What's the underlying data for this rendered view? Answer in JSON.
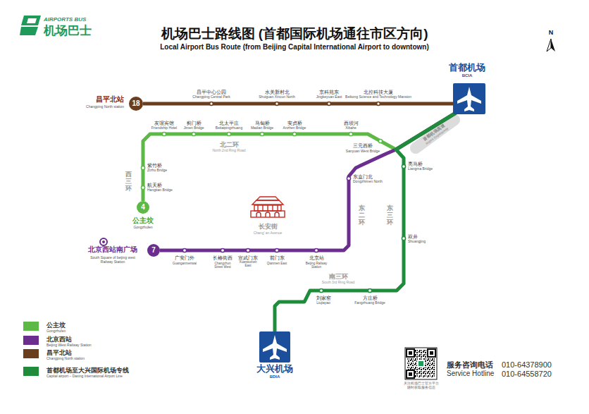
{
  "diagram": {
    "title": "机场巴士路线图 (首都国际机场通往市区方向)",
    "nodes": [
      {
        "text": [
          "首都机场",
          "BCIA"
        ]
      },
      {
        "text": [
          "大兴机场",
          "BDIA"
        ]
      },
      {
        "text": [
          "18",
          "昌平北站",
          "Changping North station"
        ]
      },
      {
        "text": [
          "4",
          "公主坟",
          "Gongzhufen"
        ]
      },
      {
        "text": [
          "7",
          "北京西站南广场",
          "South Square of beijing west Railway Station"
        ]
      }
    ],
    "edges": [
      {
        "from": 0,
        "to": 2,
        "arrow": "none"
      },
      {
        "from": 0,
        "to": 3,
        "arrow": "none"
      },
      {
        "from": 0,
        "to": 4,
        "arrow": "none"
      },
      {
        "from": 0,
        "to": 1,
        "arrow": "none"
      }
    ],
    "labels": [
      "AIRPORTS BUS",
      "机场巴士",
      "Local Airport Bus Route (from Beijing Capital International Airport to downtown)",
      "N",
      "昌平中心公园",
      "Changping Central Park",
      "水关新村北",
      "Shuiguan Xincun North",
      "京科苑东",
      "Jingkeyuan East",
      "北控科技大厦",
      "Beikong Science and Technology Mansion",
      "友谊宾馆",
      "Friendship Hotel",
      "蓟门桥",
      "Jimen Bridge",
      "北太平庄",
      "Beitaipingzhuang",
      "马甸桥",
      "Madian Bridge",
      "安贞桥",
      "Anzhen Bridge",
      "西坝河",
      "Xibahe",
      "三元西桥",
      "Sanyuan West Bridge",
      "紫竹桥",
      "Zizhu Bridge",
      "航天桥",
      "Hangtian Bridge",
      "广安门外",
      "Guanganmenwai",
      "长椿街西",
      "Changchun Street West",
      "宣武门东",
      "Xuanwumen East",
      "前门东",
      "Qianmen East",
      "北京站",
      "Beijing Railway Station",
      "东直门北",
      "Dongzhimen North",
      "亮马桥",
      "Liangma Bridge",
      "双井",
      "Shuangjing",
      "方庄桥",
      "Fangzhuang Bridge",
      "刘家窑",
      "Liujiayao",
      "北二环",
      "North 2nd Ring Road",
      "西三环",
      "东二环",
      "东三环",
      "南三环",
      "South 3rd Ring Road",
      "首都机场高速",
      "Airport Expressway",
      "长安街",
      "Chang' an Avenue",
      "服务咨询电话",
      "Service Hotline",
      "010-64378900",
      "010-64558720",
      "关注机场巴士官方平台",
      "随时获取服务信息",
      "Gongzhufen",
      "Beijing West Railway Station",
      "Changping North station",
      "Capital airport – Daxing International Airport Line"
    ],
    "legend": [
      {
        "text": "公主坟",
        "color": "#5cb946"
      },
      {
        "text": "北京西站",
        "color": "#6b2e8e"
      },
      {
        "text": "昌平北站",
        "color": "#6a3d1c"
      },
      {
        "text": "首都机场至大兴国际机场专线",
        "color": "#1f8c3c"
      }
    ]
  }
}
